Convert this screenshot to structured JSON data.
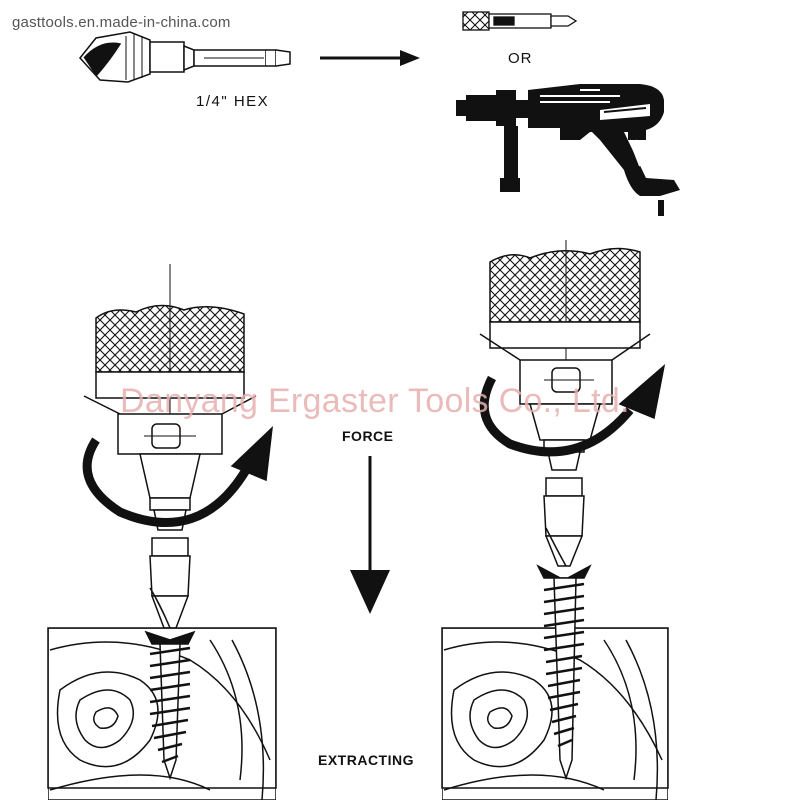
{
  "watermark_site": "gasttools.en.made-in-china.com",
  "labels": {
    "hex": "1/4\" HEX",
    "or": "OR",
    "force": "FORCE",
    "extracting": "EXTRACTING"
  },
  "watermark_company": "Danyang Ergaster Tools Co., Ltd.",
  "colors": {
    "ink": "#111111",
    "watermark": "#e7b0b0",
    "background": "#ffffff"
  }
}
